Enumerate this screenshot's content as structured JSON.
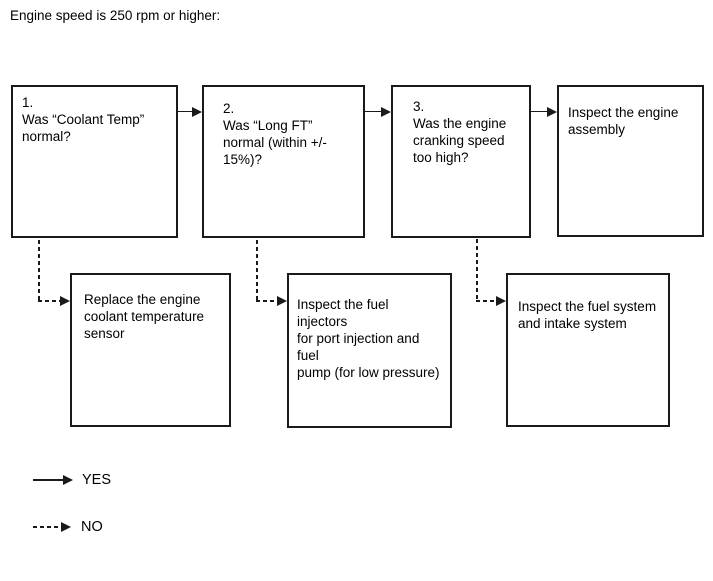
{
  "page": {
    "title": "Engine speed is 250 rpm or higher:"
  },
  "colors": {
    "background": "#ffffff",
    "line": "#1a1a1a",
    "text": "#000000"
  },
  "boxes": {
    "step1": {
      "text": "1.\nWas “Coolant Temp”\nnormal?"
    },
    "step2": {
      "text": "2.\nWas “Long FT”\nnormal (within +/-\n15%)?"
    },
    "step3": {
      "text": "3.\nWas the engine\ncranking speed\ntoo high?"
    },
    "inspect_engine": {
      "text": "Inspect the engine\nassembly"
    },
    "replace_sensor": {
      "text": "Replace the engine\ncoolant temperature\nsensor"
    },
    "inspect_injectors": {
      "text": "Inspect the fuel injectors\nfor port injection and fuel\npump (for low pressure)"
    },
    "inspect_fuel_system": {
      "text": "Inspect the fuel system\nand intake system"
    }
  },
  "edges": [
    {
      "from": "step1",
      "to": "step2",
      "type": "YES"
    },
    {
      "from": "step1",
      "to": "replace_sensor",
      "type": "NO"
    },
    {
      "from": "step2",
      "to": "step3",
      "type": "YES"
    },
    {
      "from": "step2",
      "to": "inspect_injectors",
      "type": "NO"
    },
    {
      "from": "step3",
      "to": "inspect_engine",
      "type": "YES"
    },
    {
      "from": "step3",
      "to": "inspect_fuel_system",
      "type": "NO"
    }
  ],
  "legend": {
    "yes": "YES",
    "no": "NO"
  }
}
